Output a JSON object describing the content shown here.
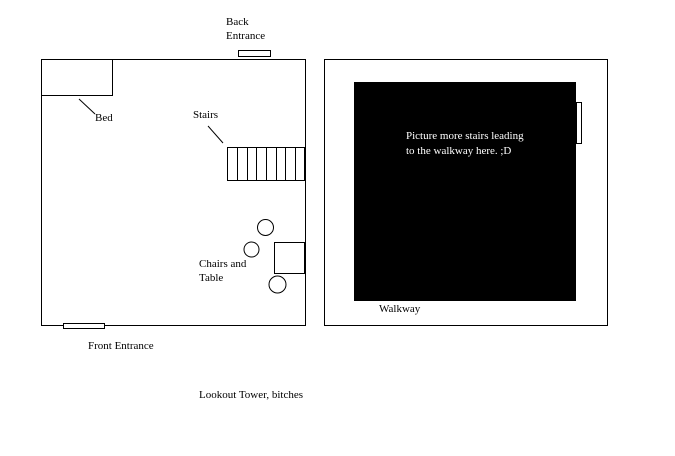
{
  "labels": {
    "back_entrance_line1": "Back",
    "back_entrance_line2": "Entrance",
    "bed": "Bed",
    "stairs": "Stairs",
    "chairs_table_line1": "Chairs and",
    "chairs_table_line2": "Table",
    "front_entrance": "Front Entrance",
    "walkway": "Walkway",
    "note_line1": "Picture more stairs leading",
    "note_line2": "to the walkway here. ;D",
    "caption": "Lookout Tower, bitches"
  },
  "stairs": {
    "step_count": 8
  },
  "colors": {
    "ink": "#000000",
    "paper": "#ffffff"
  }
}
